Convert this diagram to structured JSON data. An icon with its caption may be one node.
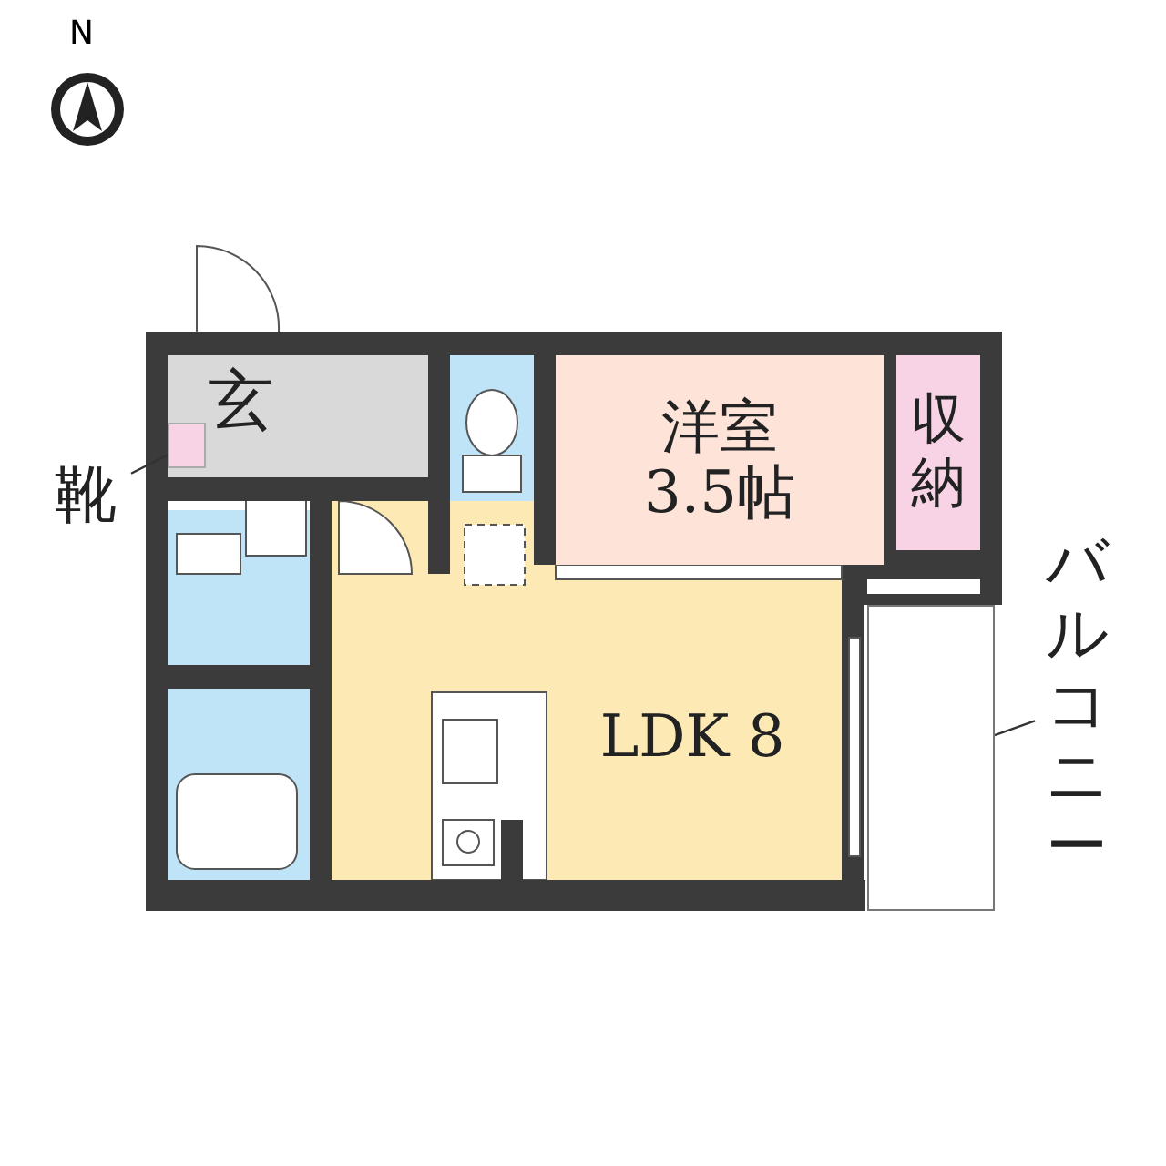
{
  "diagram": {
    "nodes": [
      {
        "text": [
          "玄"
        ]
      },
      {
        "text": [
          "靴"
        ]
      },
      {
        "text": [],
        "shape": "box",
        "in": 0
      },
      {
        "text": [
          "洋室 3.5帖"
        ]
      },
      {
        "text": [
          "収納"
        ]
      },
      {
        "text": [
          "LDK 8"
        ]
      },
      {
        "text": [
          "バルコニー"
        ]
      },
      {
        "text": [],
        "shape": "box"
      }
    ],
    "edges": [
      {
        "from": 1,
        "to": 2,
        "arrow": "none"
      },
      {
        "from": 6,
        "to": 7,
        "arrow": "none"
      }
    ],
    "labels": [
      "N"
    ]
  }
}
